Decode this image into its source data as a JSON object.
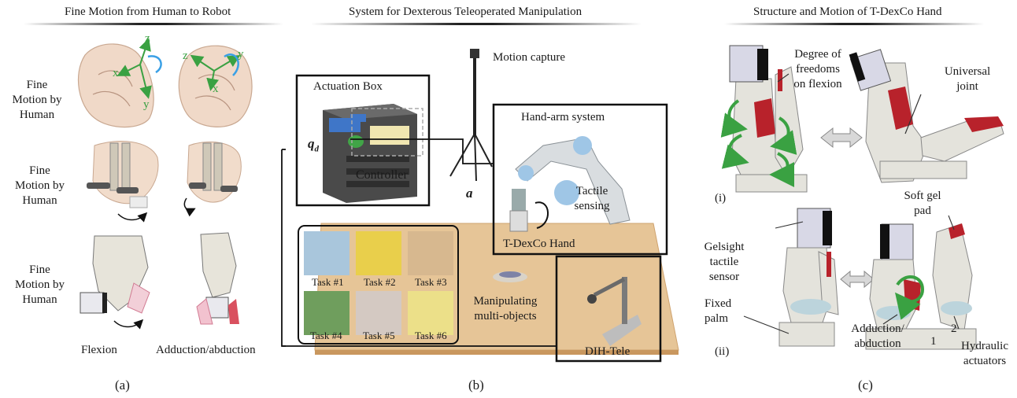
{
  "panel_a": {
    "title": "Fine Motion from Human to Robot",
    "row_labels": [
      [
        "Fine",
        "Motion by",
        "Human"
      ],
      [
        "Fine",
        "Motion by",
        "Human"
      ],
      [
        "Fine",
        "Motion by",
        "Human"
      ]
    ],
    "axis_labels": {
      "x": "x",
      "y": "y",
      "z": "z"
    },
    "motion_labels": {
      "flexion": "Flexion",
      "adduction": "Adduction/abduction"
    },
    "caption": "(a)"
  },
  "panel_b": {
    "title": "System for Dexterous Teleoperated Manipulation",
    "actuation_box": "Actuation Box",
    "controller": "Controller",
    "q_symbol": "q",
    "q_subscript": "d",
    "a_symbol": "a",
    "motion_capture": "Motion capture",
    "hand_arm_system": "Hand-arm system",
    "tactile_sensing": [
      "Tactile",
      "sensing"
    ],
    "tdexco_hand": "T-DexCo Hand",
    "tasks": [
      "Task #1",
      "Task #2",
      "Task #3",
      "Task #4",
      "Task #5",
      "Task #6"
    ],
    "manipulating": [
      "Manipulating",
      "multi-objects"
    ],
    "dih_tele": "DIH-Tele",
    "caption": "(b)"
  },
  "panel_c": {
    "title": "Structure and Motion of T-DexCo Hand",
    "dof": [
      "Degree of",
      "freedoms",
      "on flexion"
    ],
    "universal_joint": [
      "Universal",
      "joint"
    ],
    "roman_i": "(i)",
    "soft_gel": [
      "Soft gel",
      "pad"
    ],
    "gelsight": [
      "Gelsight",
      "tactile",
      "sensor"
    ],
    "fixed_palm": [
      "Fixed",
      "palm"
    ],
    "adduction": [
      "Adduction/",
      "abduction"
    ],
    "num_1": "1",
    "num_2": "2",
    "hydraulic": [
      "Hydraulic",
      "actuators"
    ],
    "roman_ii": "(ii)",
    "caption": "(c)"
  },
  "colors": {
    "arrow_green": "#3aa142",
    "arrow_blue": "#3aa0e6",
    "gel_red": "#b8222b",
    "sensor_gray": "#d8d8e6",
    "table_wood": "#e6c597",
    "body_gray": "#e4e3dc"
  }
}
